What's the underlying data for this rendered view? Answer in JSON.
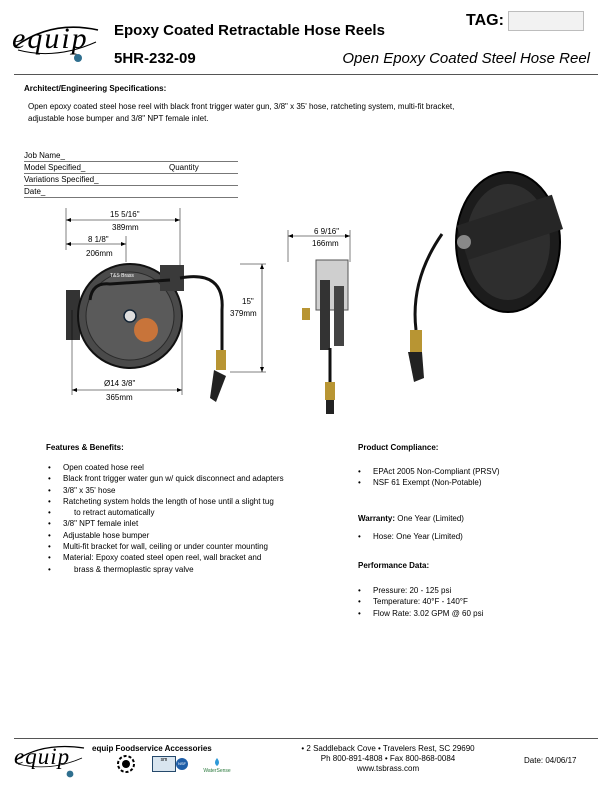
{
  "brand": {
    "logo_text": "equip",
    "tag_label": "TAG:"
  },
  "header": {
    "title": "Epoxy Coated Retractable Hose Reels",
    "model": "5HR-232-09",
    "subtitle": "Open Epoxy Coated Steel Hose Reel"
  },
  "specs": {
    "heading": "Architect/Engineering Specifications:",
    "body_line1": "Open epoxy coated steel hose reel with black front trigger water gun, 3/8\" x 35' hose, ratcheting system, multi-fit bracket,",
    "body_line2": "adjustable hose bumper and 3/8\" NPT female inlet."
  },
  "job_form": {
    "job_name": "Job Name",
    "model_specified": "Model Specified",
    "quantity": "Quantity",
    "variations": "Variations Specified",
    "date": "Date"
  },
  "dimensions": {
    "width_in": "15 5/16\"",
    "width_mm": "389mm",
    "offset_in": "8 1/8\"",
    "offset_mm": "206mm",
    "height_in": "15\"",
    "height_mm": "379mm",
    "diameter_in": "Ø14 3/8\"",
    "diameter_mm": "365mm",
    "depth_in": "6 9/16\"",
    "depth_mm": "166mm",
    "reel_label": "T&S Brass"
  },
  "features": {
    "heading": "Features & Benefits:",
    "items": [
      "Open coated hose reel",
      "Black front trigger water gun w/ quick disconnect and adapters",
      "3/8\" x 35' hose",
      "Ratcheting system holds the length of hose until a slight tug",
      "to retract automatically",
      "3/8\" NPT female inlet",
      "Adjustable hose bumper",
      "Multi-fit bracket for wall, ceiling or under counter mounting",
      "Material: Epoxy coated steel open reel, wall bracket and",
      "brass & thermoplastic spray valve"
    ]
  },
  "compliance": {
    "heading": "Product Compliance:",
    "items": [
      "EPAct 2005 Non-Compliant (PRSV)",
      "NSF 61 Exempt (Non-Potable)"
    ]
  },
  "warranty": {
    "label": "Warranty:",
    "value": " One Year (Limited)",
    "items": [
      "Hose: One Year (Limited)"
    ]
  },
  "performance": {
    "heading": "Performance Data:",
    "items": [
      "Pressure: 20 - 125 psi",
      "Temperature: 40°F - 140°F",
      "Flow Rate:  3.02 GPM @ 60 psi"
    ]
  },
  "footer": {
    "brand": "equip Foodservice Accessories",
    "address": "• 2 Saddleback Cove • Travelers Rest, SC 29690",
    "phone": "Ph 800-891-4808 • Fax 800-868-0084",
    "web": "www.tsbrass.com",
    "date": "Date: 04/06/17",
    "badge_2": "sm",
    "badge_3": "NSF",
    "badge_4": "WaterSense"
  }
}
